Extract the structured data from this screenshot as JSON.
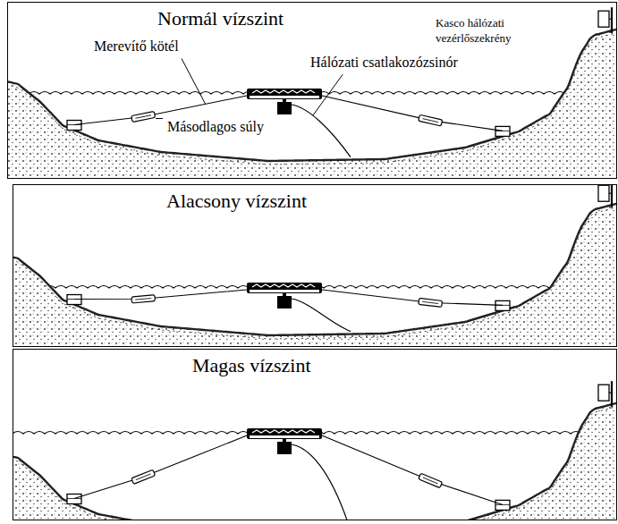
{
  "diagram": {
    "nodes": [
      {
        "text": [
          "Normál vízszint"
        ]
      },
      {
        "text": [
          "Alacsony vízszint"
        ]
      },
      {
        "text": [
          "Magas vízszint"
        ]
      }
    ],
    "labels": [
      "Kasco hálózati vezérlőszekrény",
      "Merevítő kötél",
      "Hálózati csatlakozózsinór",
      "Másodlagos súly"
    ]
  }
}
